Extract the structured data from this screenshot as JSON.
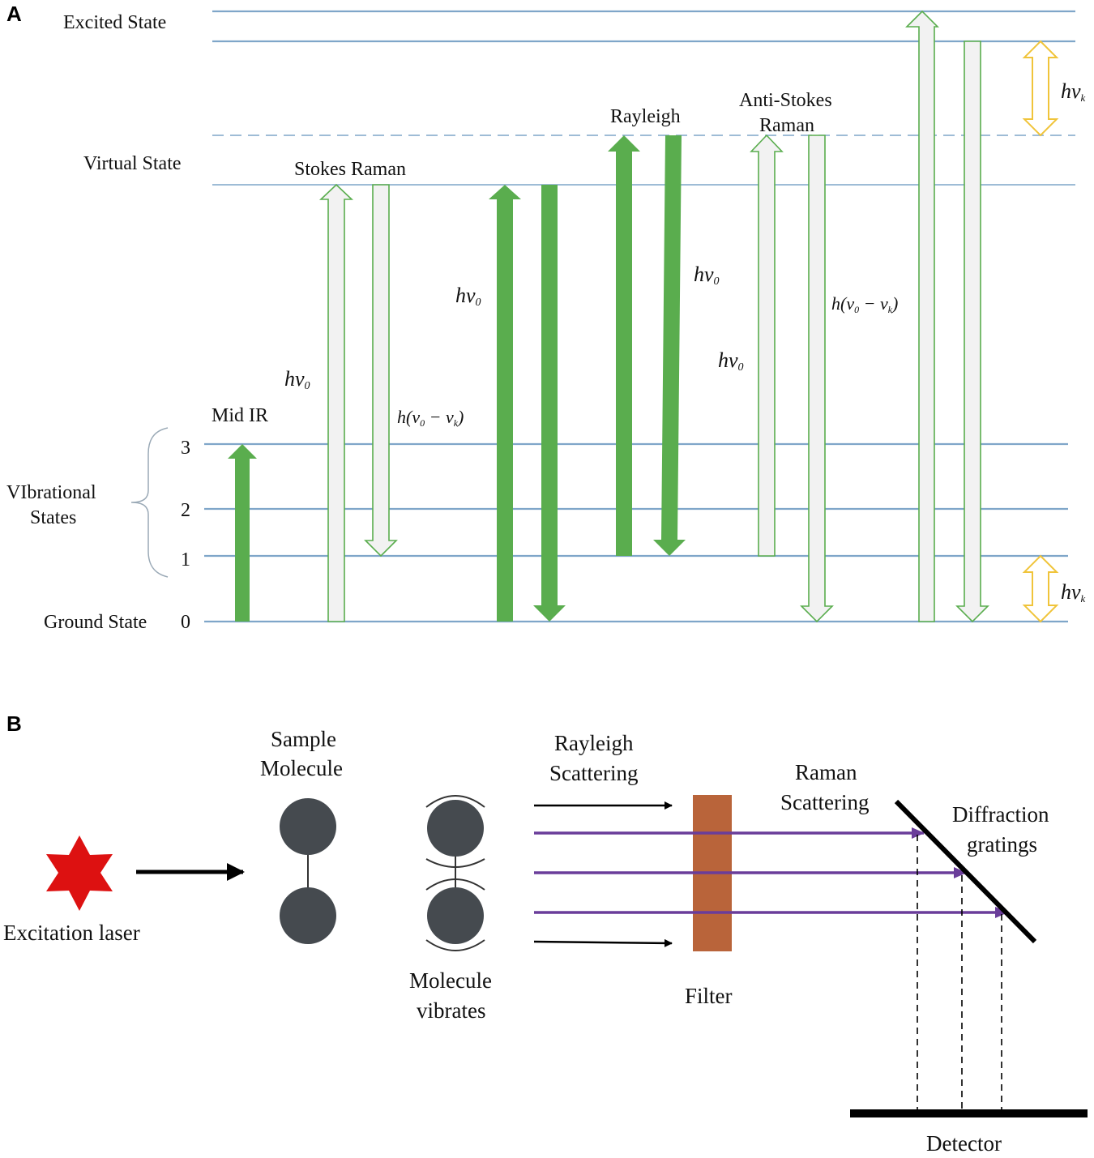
{
  "panel_a": {
    "panel_label": "A",
    "states": {
      "excited": "Excited State",
      "virtual": "Virtual State",
      "vibrational_line1": "VIbrational",
      "vibrational_line2": "States",
      "ground": "Ground State"
    },
    "levels": [
      "0",
      "1",
      "2",
      "3"
    ],
    "transitions": {
      "mid_ir": "Mid IR",
      "stokes_raman": "Stokes Raman",
      "rayleigh": "Rayleigh",
      "anti_stokes_line1": "Anti-Stokes",
      "anti_stokes_line2": "Raman"
    },
    "energy_labels": {
      "h": "h",
      "nu0": "ν",
      "sub0": "0",
      "nuk": "ν",
      "subk": "k",
      "h_paren": "h(",
      "minus": " − ",
      "close": ")"
    },
    "colors": {
      "level_line": "#7fa6c9",
      "green": "#5aad4e",
      "green_outline": "#5aad4e",
      "light_fill": "#f2f2f2",
      "gold": "#f0c43a"
    }
  },
  "panel_b": {
    "panel_label": "B",
    "excitation_laser": "Excitation laser",
    "sample_line1": "Sample",
    "sample_line2": "Molecule",
    "vibrates_line1": "Molecule",
    "vibrates_line2": "vibrates",
    "rayleigh_line1": "Rayleigh",
    "rayleigh_line2": "Scattering",
    "raman_line1": "Raman",
    "raman_line2": "Scattering",
    "filter": "Filter",
    "diffraction_line1": "Diffraction",
    "diffraction_line2": "gratings",
    "detector": "Detector",
    "colors": {
      "laser": "#dd1111",
      "molecule": "#454a4f",
      "filter": "#b9643a",
      "raman_beam": "#6a3d9a"
    }
  }
}
